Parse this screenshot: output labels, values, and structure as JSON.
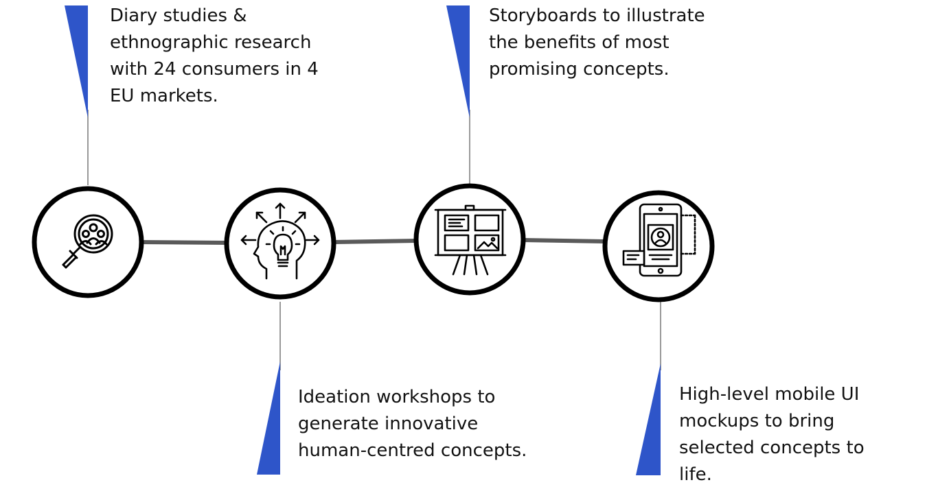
{
  "colors": {
    "accent": "#2e55c9",
    "connector": "#5a5a5a",
    "outline": "#000000",
    "text": "#111111"
  },
  "steps": [
    {
      "icon": "magnifier-people-icon",
      "caption_lines": [
        "Diary studies &",
        "ethnographic research",
        "with 24 consumers in 4",
        "EU markets."
      ]
    },
    {
      "icon": "head-lightbulb-icon",
      "caption_lines": [
        "Ideation workshops to",
        "generate innovative",
        "human-centred concepts."
      ]
    },
    {
      "icon": "easel-storyboard-icon",
      "caption_lines": [
        "Storyboards to illustrate",
        "the benefits of most",
        "promising concepts."
      ]
    },
    {
      "icon": "mobile-ui-icon",
      "caption_lines": [
        "High-level mobile UI",
        "mockups to bring",
        "selected concepts to",
        "life."
      ]
    }
  ]
}
